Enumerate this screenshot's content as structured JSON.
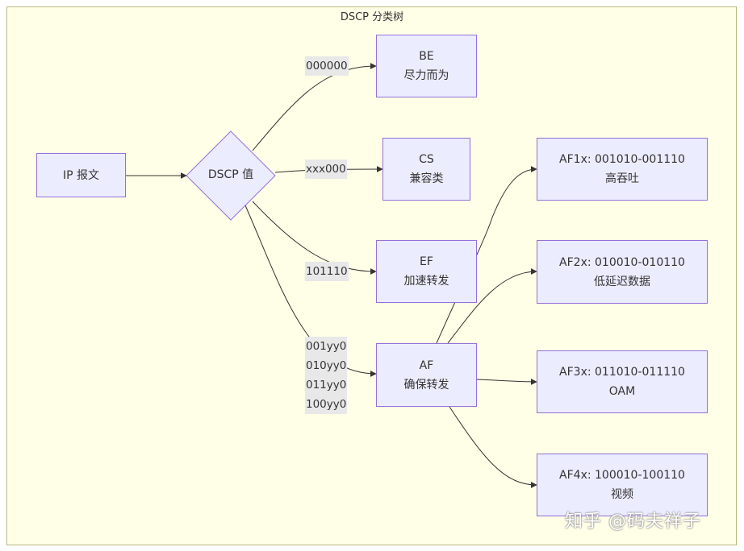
{
  "title": "DSCP 分类树",
  "nodes": {
    "ip": {
      "line1": "IP 报文"
    },
    "dscp": {
      "line1": "DSCP 值"
    },
    "be": {
      "line1": "BE",
      "line2": "尽力而为"
    },
    "cs": {
      "line1": "CS",
      "line2": "兼容类"
    },
    "ef": {
      "line1": "EF",
      "line2": "加速转发"
    },
    "af": {
      "line1": "AF",
      "line2": "确保转发"
    },
    "af1": {
      "line1": "AF1x: 001010-001110",
      "line2": "高吞吐"
    },
    "af2": {
      "line1": "AF2x: 010010-010110",
      "line2": "低延迟数据"
    },
    "af3": {
      "line1": "AF3x: 011010-011110",
      "line2": "OAM"
    },
    "af4": {
      "line1": "AF4x: 100010-100110",
      "line2": "视频"
    }
  },
  "edge_labels": {
    "be": "000000",
    "cs": "xxx000",
    "ef": "101110",
    "af": [
      "001yy0",
      "010yy0",
      "011yy0",
      "100yy0"
    ]
  },
  "colors": {
    "background": "#fffee6",
    "node_fill": "#ececff",
    "node_border": "#9370db",
    "edge": "#333333",
    "label_bg": "#e8e8e8"
  },
  "watermark": "知乎 @码夫祥子"
}
